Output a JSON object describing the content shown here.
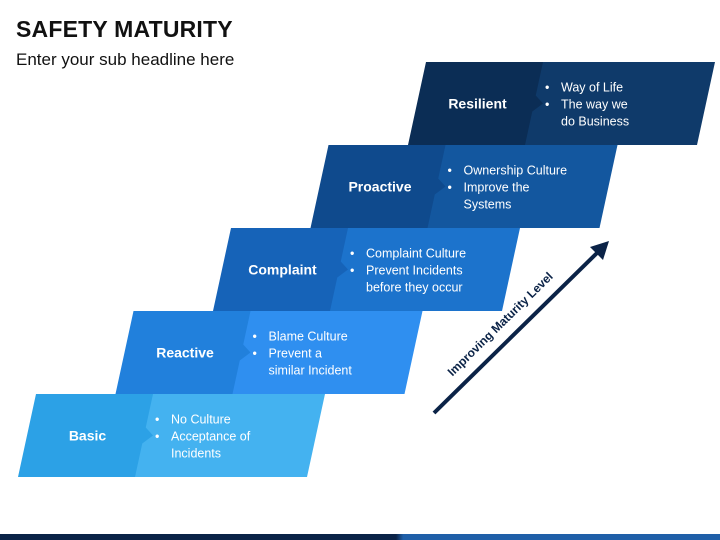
{
  "header": {
    "title": "SAFETY MATURITY",
    "subtitle": "Enter your sub headline here"
  },
  "steps": [
    {
      "label": "Basic",
      "bullets": [
        "No Culture",
        "Acceptance of",
        "Incidents"
      ],
      "colors": {
        "left": "#2ca1e6",
        "right": "#44b2f0"
      }
    },
    {
      "label": "Reactive",
      "bullets": [
        "Blame Culture",
        "Prevent a",
        "similar Incident"
      ],
      "colors": {
        "left": "#2180dc",
        "right": "#2f8ff0"
      }
    },
    {
      "label": "Complaint",
      "bullets": [
        "Complaint Culture",
        "Prevent Incidents",
        "before they occur"
      ],
      "colors": {
        "left": "#1663b8",
        "right": "#1c73cc"
      }
    },
    {
      "label": "Proactive",
      "bullets": [
        "Ownership Culture",
        "Improve the",
        "Systems"
      ],
      "colors": {
        "left": "#0f4a8d",
        "right": "#13579f"
      }
    },
    {
      "label": "Resilient",
      "bullets": [
        "Way of Life",
        "The way we",
        "do Business"
      ],
      "colors": {
        "left": "#0b2d55",
        "right": "#0f3a6a"
      }
    }
  ],
  "arrow": {
    "label": "Improving Maturity Level",
    "color": "#0b2347"
  },
  "accent_colors": {
    "bottom_bar_dark": "#0b2347",
    "bottom_bar_light": "#1f5fa8"
  }
}
